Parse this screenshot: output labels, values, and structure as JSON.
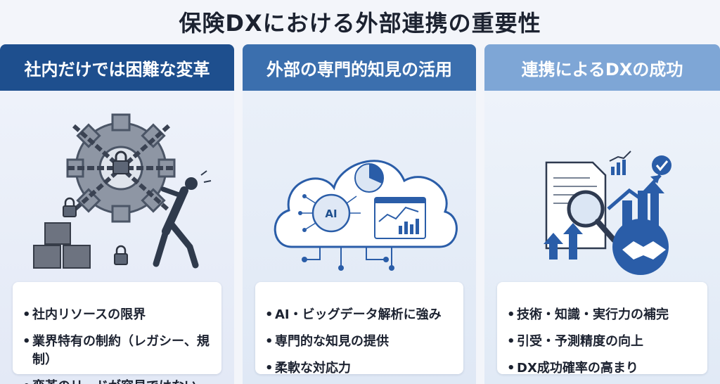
{
  "title": "保険DXにおける外部連携の重要性",
  "columns": [
    {
      "header": "社内だけでは困難な変革",
      "bullets": [
        "社内リソースの限界",
        "業界特有の制約（レガシー、規制）",
        "変革のリードが容易ではない"
      ]
    },
    {
      "header": "外部の専門的知見の活用",
      "ai_label": "AI",
      "bullets": [
        "AI・ビッグデータ解析に強み",
        "専門的な知見の提供",
        "柔軟な対応力"
      ]
    },
    {
      "header": "連携によるDXの成功",
      "bullets": [
        "技術・知識・実行力の補完",
        "引受・予測精度の向上",
        "DX成功確率の高まり"
      ]
    }
  ],
  "icons": [
    "chained-gear-icon",
    "lock-icon",
    "box-icon",
    "person-pushing-icon",
    "cloud-icon",
    "ai-brain-icon",
    "pie-chart-icon",
    "dashboard-icon",
    "document-icon",
    "magnifier-icon",
    "growth-arrows-icon",
    "checkmark-icon",
    "handshake-icon",
    "sparkle-icon"
  ],
  "colors": {
    "header_dark": "#1e4f8e",
    "header_mid": "#3b6fae",
    "header_light": "#7ea6d6",
    "accent": "#2a5da8"
  }
}
